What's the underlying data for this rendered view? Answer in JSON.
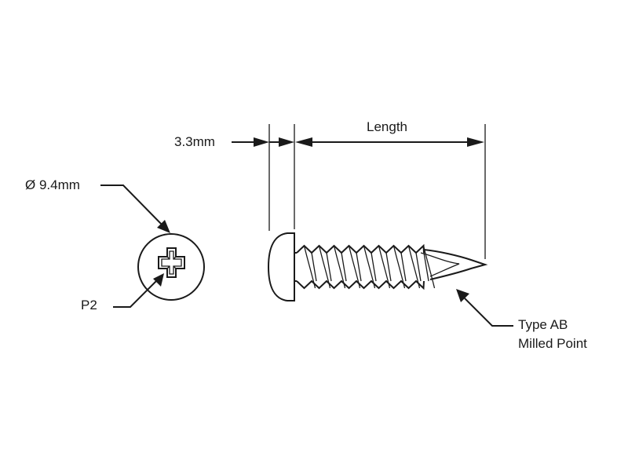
{
  "labels": {
    "diameter": "Ø 9.4mm",
    "drive": "P2",
    "head_height": "3.3mm",
    "length": "Length",
    "point_type_line1": "Type AB",
    "point_type_line2": "Milled Point"
  },
  "colors": {
    "ink": "#1a1a1a",
    "background": "#ffffff"
  }
}
